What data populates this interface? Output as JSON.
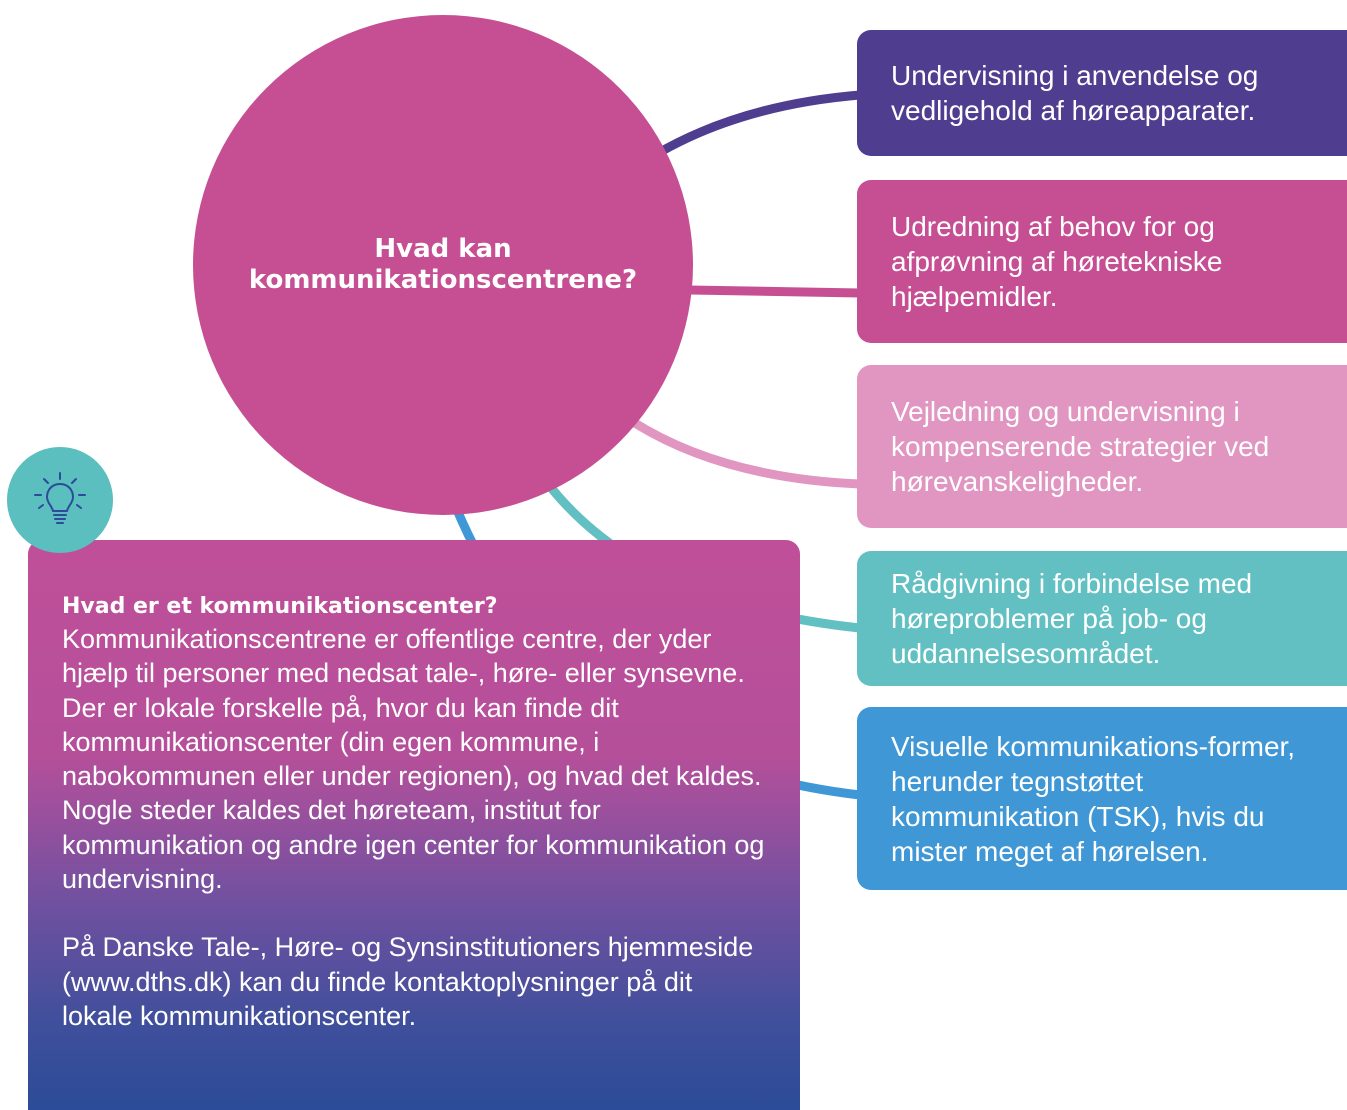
{
  "colors": {
    "hub": "#c64f93",
    "card1": "#4f3e90",
    "card2": "#c64f93",
    "card3": "#e196c2",
    "card4": "#62c0c3",
    "card5": "#3f97d6",
    "connector_blue": "#3f97d6"
  },
  "hub": {
    "title": "Hvad kan kommunikationscentrene?"
  },
  "cards": [
    {
      "text": "Undervisning i anvendelse og vedligehold af høreapparater."
    },
    {
      "text": "Udredning af behov for og afprøvning af høretekniske hjælpemidler."
    },
    {
      "text": "Vejledning og undervisning i kompenserende strategier ved hørevanskeligheder."
    },
    {
      "text": "Rådgivning i forbindelse med høreproblemer på job- og uddannelsesområdet."
    },
    {
      "text": "Visuelle kommunikations-former, herunder tegnstøttet kommunikation (TSK), hvis du mister meget af hørelsen."
    }
  ],
  "info_box": {
    "icon": "lightbulb-icon",
    "heading": "Hvad er et kommunikationscenter?",
    "body": "Kommunikationscentrene er offentlige centre, der yder hjælp til personer med nedsat tale-, høre- eller synsevne. Der er lokale forskelle på, hvor du kan finde dit kommunikationscenter (din egen kommune, i nabokommunen eller under regionen), og hvad det kaldes. Nogle steder kaldes det høreteam, institut for kommunikation og andre igen center for kommunikation og undervisning.",
    "footer": "På Danske Tale-, Høre- og Synsinstitutioners hjemmeside (www.dths.dk) kan du finde kontaktoplysninger på dit lokale kommunikationscenter."
  }
}
